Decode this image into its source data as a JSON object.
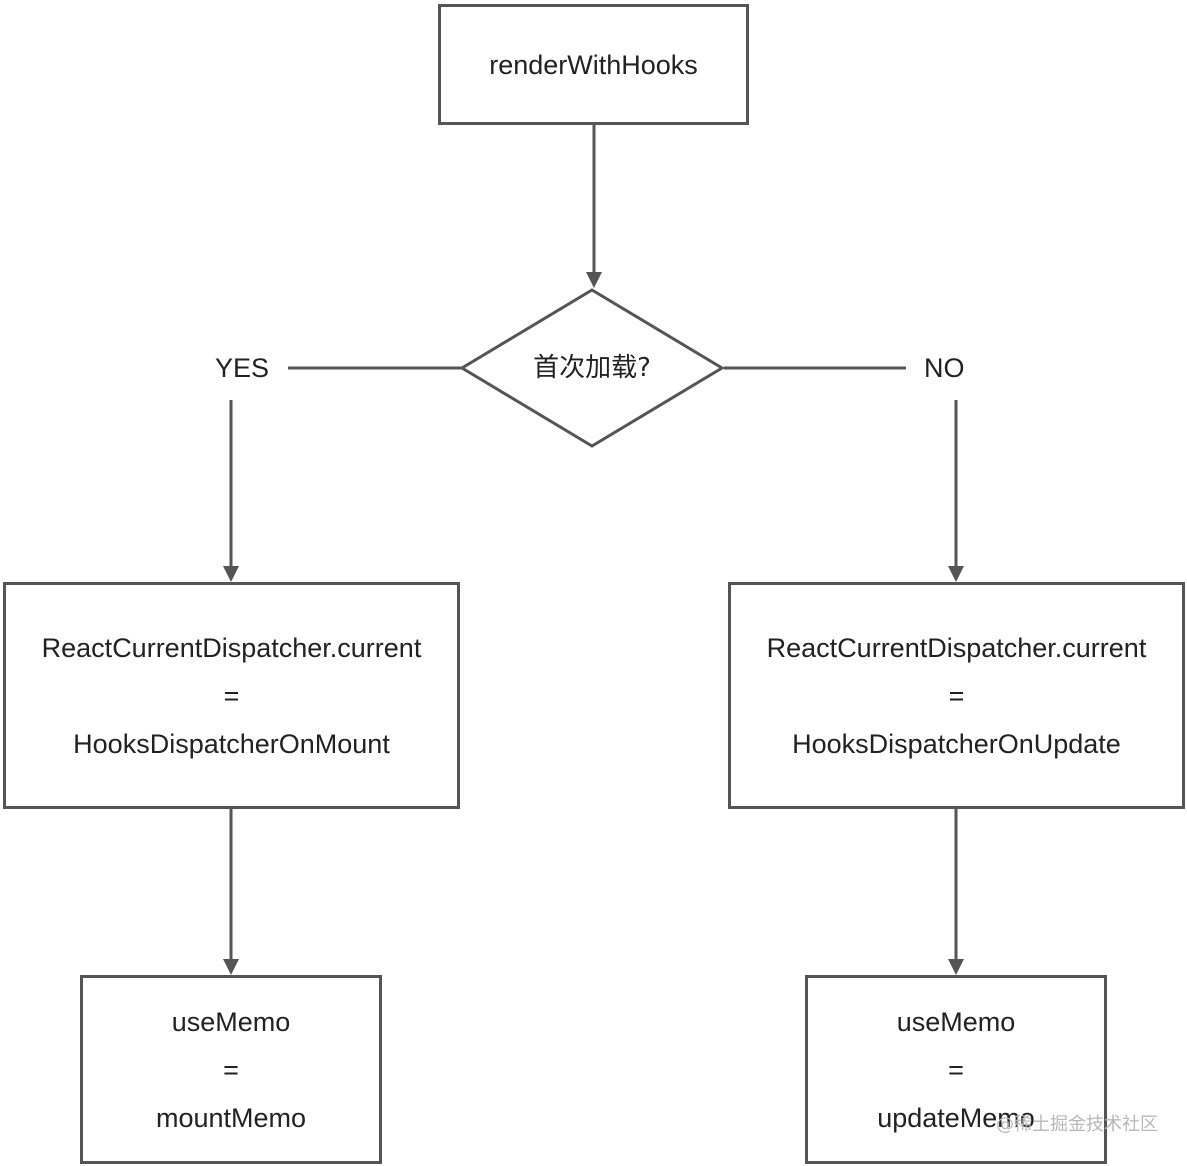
{
  "nodes": {
    "start": "renderWithHooks",
    "decision": "首次加载?",
    "yes_label": "YES",
    "no_label": "NO",
    "mount_dispatcher": [
      "ReactCurrentDispatcher.current",
      "=",
      "HooksDispatcherOnMount"
    ],
    "update_dispatcher": [
      "ReactCurrentDispatcher.current",
      "=",
      "HooksDispatcherOnUpdate"
    ],
    "mount_memo": [
      "useMemo",
      "=",
      "mountMemo"
    ],
    "update_memo": [
      "useMemo",
      "=",
      "updateMemo"
    ]
  },
  "watermark": "@稀土掘金技术社区",
  "colors": {
    "stroke": "#555555",
    "text": "#222222",
    "background": "#ffffff",
    "watermark": "#b8b8b8"
  }
}
